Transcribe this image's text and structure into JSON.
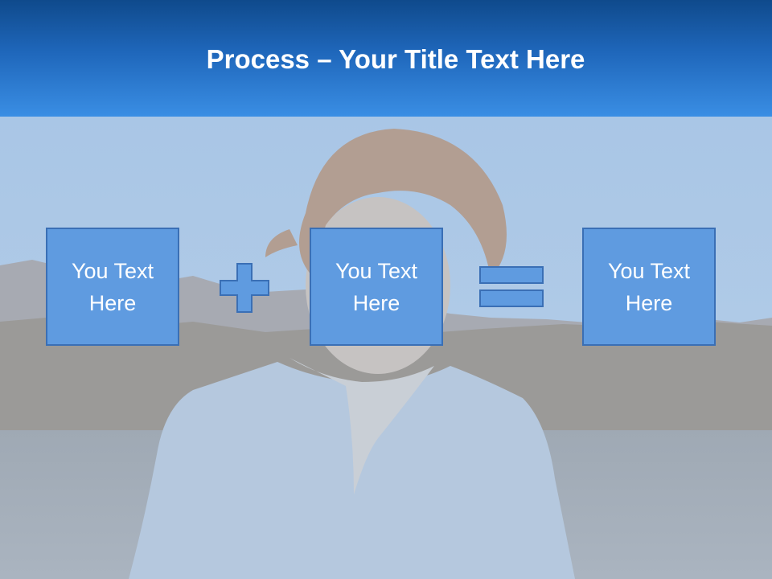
{
  "slide": {
    "title_bold": "Process",
    "title_rest": " – Your Title Text Here"
  },
  "process": {
    "steps": [
      {
        "label": "You Text\nHere"
      },
      {
        "label": "You Text\nHere"
      },
      {
        "label": "You Text\nHere"
      }
    ],
    "operators": [
      "plus-icon",
      "equals-icon"
    ]
  },
  "colors": {
    "header_top": "#0f4a8c",
    "header_bottom": "#3a8ee4",
    "box_fill": "#5f9be0",
    "box_border": "#3a6fb5"
  }
}
